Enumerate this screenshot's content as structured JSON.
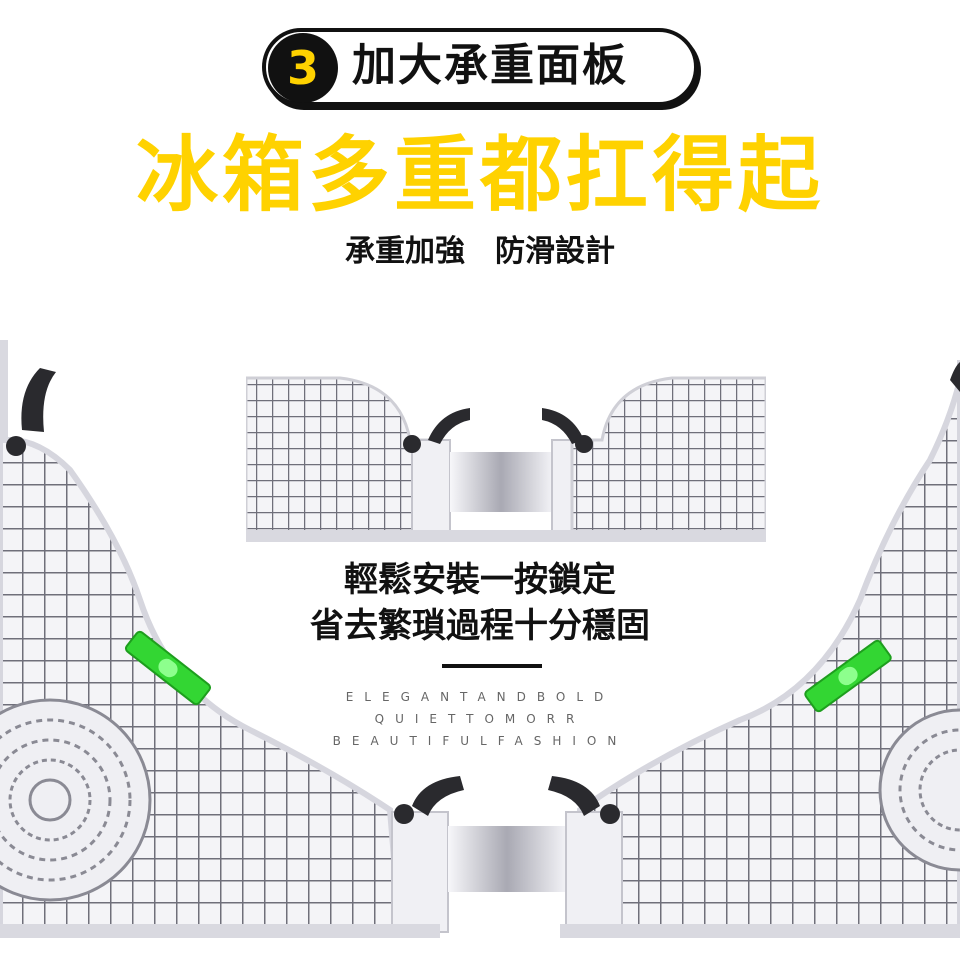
{
  "feature": {
    "number": "3",
    "title": "加大承重面板"
  },
  "headline": "冰箱多重都扛得起",
  "subline": "承重加強　防滑設計",
  "description": {
    "line1": "輕鬆安裝一按鎖定",
    "line2": "省去繁瑣過程十分穩固"
  },
  "taglines": [
    "ELEGANTANDBOLD",
    "QUIETTOMORR",
    "BEAUTIFULFASHION"
  ],
  "colors": {
    "accent": "#ffd200",
    "ink": "#111111",
    "panel": "#e6e6ec",
    "level": "#33d633"
  }
}
